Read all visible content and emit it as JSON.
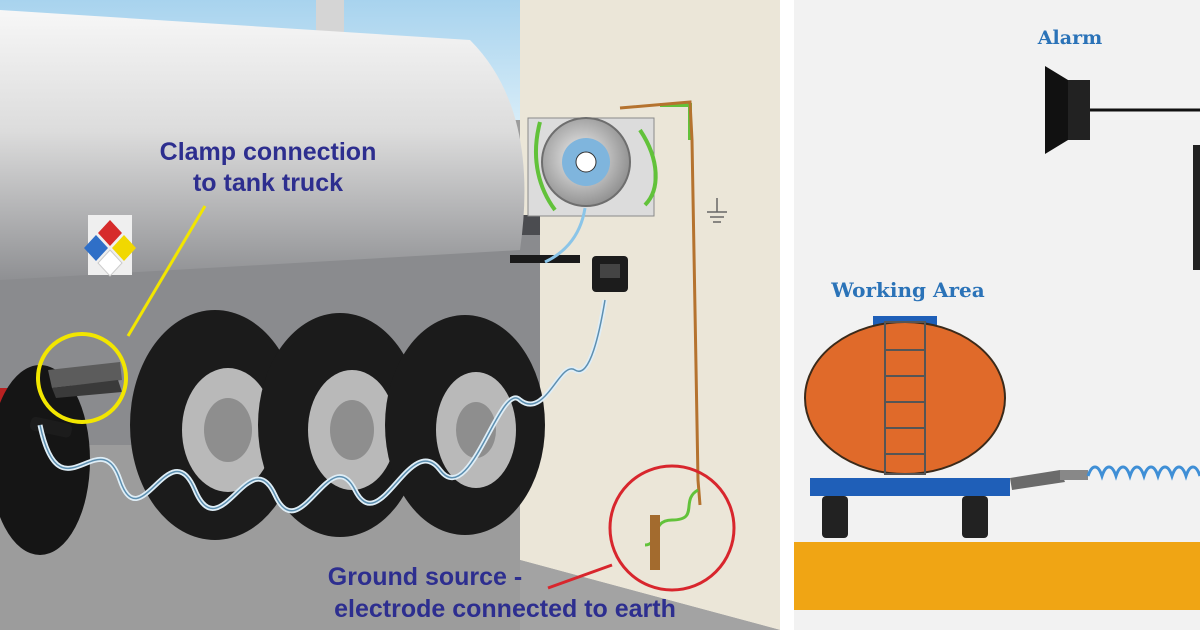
{
  "left_panel": {
    "clamp_label_line1": "Clamp connection",
    "clamp_label_line2": "to tank truck",
    "ground_label_line1": "Ground source -",
    "ground_label_line2": "electrode connected to earth"
  },
  "right_panel": {
    "alarm_label": "Alarm",
    "working_area_label": "Working Area"
  },
  "colors": {
    "label_blue": "#2d2e8f",
    "clamp_highlight": "#f2e600",
    "ground_highlight": "#d8262d",
    "ground_wire": "#b5732f",
    "tank_orange": "#e06a2a",
    "trailer_blue": "#1f5fb8",
    "floor_orange": "#f0a514",
    "coil_cable": "#3f8fd6"
  }
}
